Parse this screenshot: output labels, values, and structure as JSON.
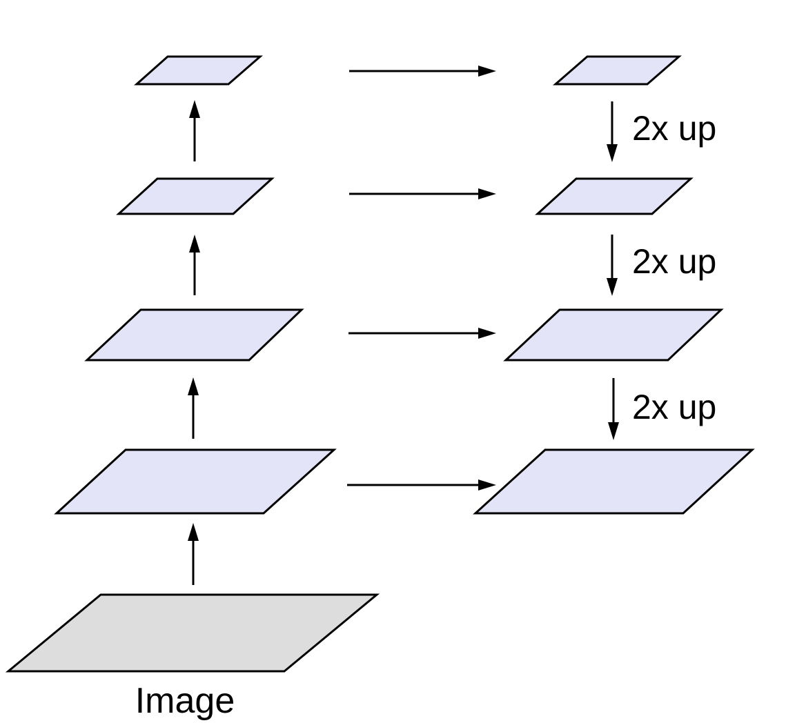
{
  "diagram": {
    "image_label": "Image",
    "upsample_labels": [
      "2x up",
      "2x up",
      "2x up"
    ]
  },
  "colors": {
    "feature_fill": "#e4e4f8",
    "image_fill": "#dddddd",
    "stroke": "#000000"
  }
}
